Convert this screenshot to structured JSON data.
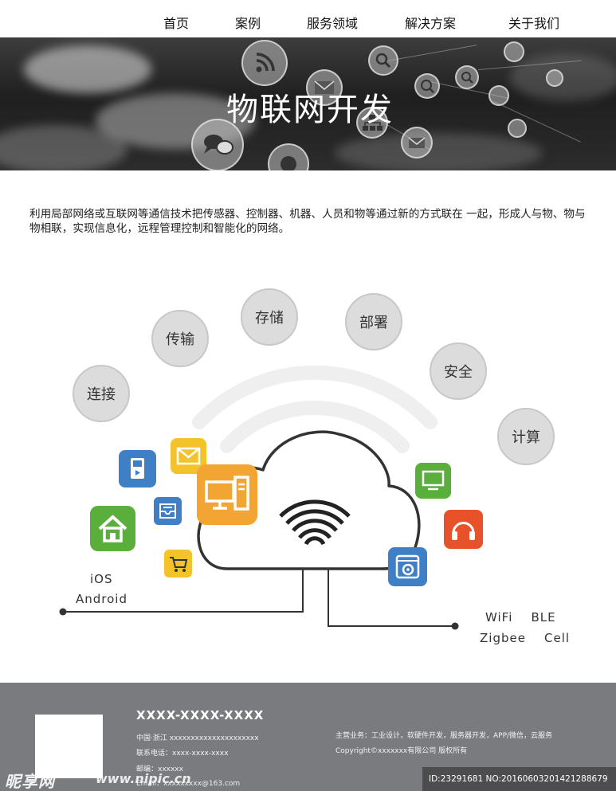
{
  "nav": {
    "items": [
      "首页",
      "案例",
      "服务领域",
      "解决方案",
      "关于我们"
    ]
  },
  "banner": {
    "title": "物联网开发"
  },
  "intro": {
    "text": "利用局部网络或互联网等通信技术把传感器、控制器、机器、人员和物等通过新的方式联在 一起，形成人与物、物与物相联，实现信息化，远程管理控制和智能化的网络。"
  },
  "diagram": {
    "topics": [
      "连接",
      "传输",
      "存储",
      "部署",
      "安全",
      "计算"
    ],
    "left_labels": [
      "iOS",
      "Android"
    ],
    "right_labels": [
      "WiFi    BLE",
      "Zigbee    Cell"
    ],
    "icon_colors": {
      "blue": "#3f7fc6",
      "yellow": "#f4c22b",
      "orange": "#f2a532",
      "green": "#5aae3c",
      "red": "#e8522a"
    }
  },
  "footer": {
    "phone": "XXXX-XXXX-XXXX",
    "address": "中国·浙江   xxxxxxxxxxxxxxxxxxxxx",
    "tel": "联系电话：xxxx-xxxx-xxxx",
    "postcode": "邮编：xxxxxx",
    "email": "Email：xxxxxxxxx@163.com",
    "business": "主营业务：工业设计，软硬件开发，服务器开发，APP/微信，云服务",
    "copyright": "Copyright©xxxxxxx有限公司  版权所有"
  },
  "watermark": {
    "brand": "昵享网",
    "url": "www.nipic.cn",
    "id": "ID:23291681 NO:20160603201421288679"
  }
}
